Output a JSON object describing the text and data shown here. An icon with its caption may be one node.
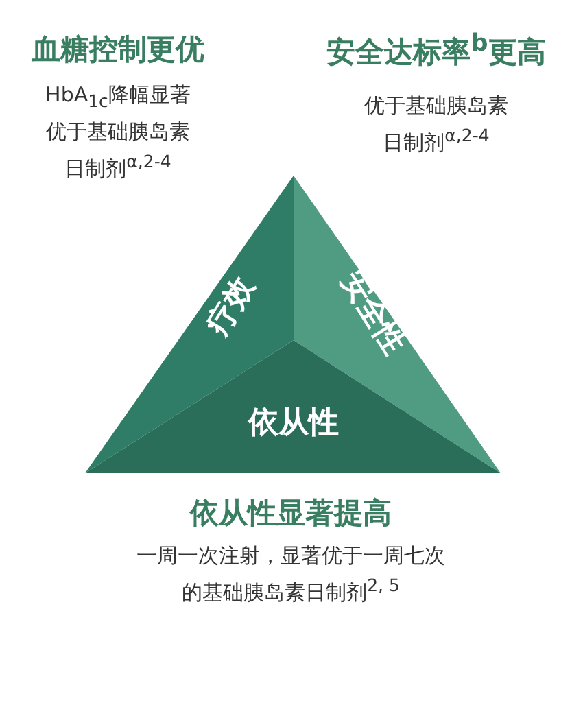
{
  "diagram": {
    "nodes": [
      {
        "text": [
          "疗效"
        ]
      },
      {
        "text": [
          "安全性"
        ]
      },
      {
        "text": [
          "依从性"
        ]
      }
    ],
    "labels": [
      "血糖控制更优",
      "安全达标率$^{b}$更高",
      "HbA$_{1c}$降幅显著优于基础胰岛素日制剂$^{α,2-4}$",
      "优于基础胰岛素日制剂$^{α,2-4}$",
      "依从性显著提高",
      "一周一次注射，显著优于一周七次的基础胰岛素日制剂$^{2, 5}$"
    ]
  }
}
